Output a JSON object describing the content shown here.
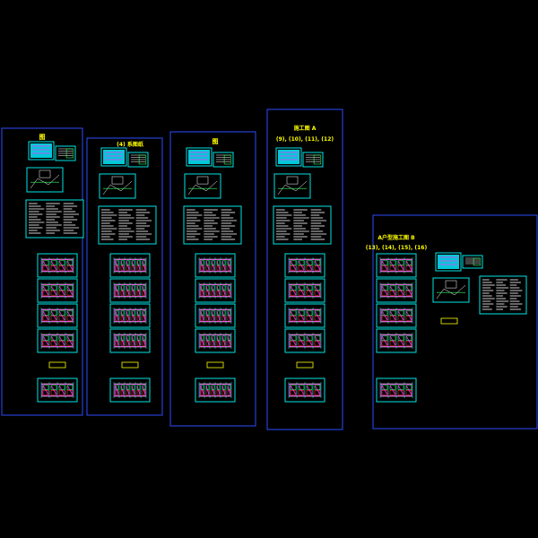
{
  "drawing": {
    "background": "#000000",
    "frame_color": "#2e4bff",
    "title_color": "#ffff00",
    "sheet_color": "#00e5e5",
    "accent_magenta": "#ff33ff",
    "accent_green": "#33ff66",
    "accent_red": "#ff3333",
    "groups": [
      {
        "id": "g1",
        "title_lines": [
          "图"
        ]
      },
      {
        "id": "g2",
        "title_lines": [
          "(4) 系图纸"
        ]
      },
      {
        "id": "g3",
        "title_lines": [
          "图"
        ]
      },
      {
        "id": "g4",
        "title_lines": [
          "施工图 A",
          "(9), (10), (11), (12)"
        ]
      },
      {
        "id": "g5",
        "title_lines": [
          "A户型施工图 B",
          "(13), (14), (15), (16)"
        ]
      }
    ]
  }
}
